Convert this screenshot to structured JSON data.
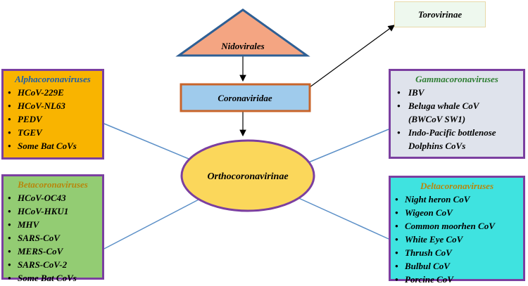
{
  "nodes": {
    "nidovirales": "Nidovirales",
    "coronaviridae": "Coronaviridae",
    "torovirinae": "Torovirinae",
    "orthocoronavirinae": "Orthocoronavirinae"
  },
  "alpha": {
    "title": "Alphacoronaviruses",
    "items": [
      "HCoV-229E",
      "HCoV-NL63",
      "PEDV",
      "TGEV",
      "Some Bat CoVs"
    ]
  },
  "beta": {
    "title": "Betacoronaviruses",
    "items": [
      "HCoV-OC43",
      "HCoV-HKU1",
      "MHV",
      "SARS-CoV",
      "MERS-CoV",
      "SARS-CoV-2",
      "Some Bat CoVs"
    ]
  },
  "gamma": {
    "title": "Gammacoronaviruses",
    "items": [
      "IBV",
      "Beluga whale CoV",
      "(BWCoV SW1)",
      "Indo-Pacific bottlenose",
      "Dolphins CoVs"
    ]
  },
  "delta": {
    "title": "Deltacoronaviruses",
    "items": [
      "Night heron CoV",
      "Wigeon CoV",
      "Common moorhen CoV",
      "White Eye CoV",
      "Thrush CoV",
      "Bulbul CoV",
      "Porcine CoV"
    ]
  },
  "colors": {
    "triangle": "#f4a582",
    "coronaviridae_box": "#9fcbec",
    "coronaviridae_border": "#c8642a",
    "ellipse": "#fbd75b",
    "ellipse_border": "#7b3fa0",
    "connector": "#5b8fc7"
  }
}
